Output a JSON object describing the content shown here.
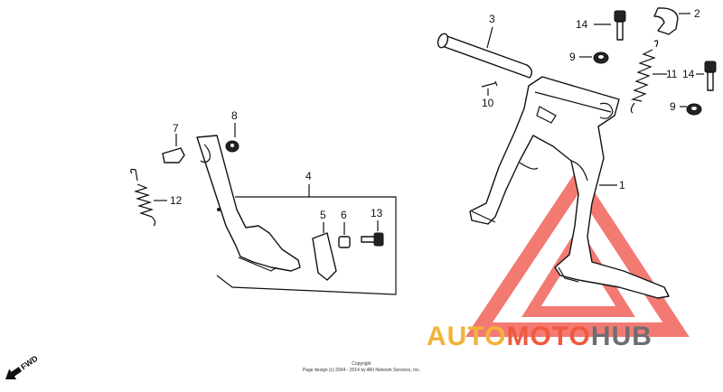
{
  "callouts": [
    {
      "id": "1",
      "text": "1"
    },
    {
      "id": "2",
      "text": "2"
    },
    {
      "id": "3",
      "text": "3"
    },
    {
      "id": "4",
      "text": "4"
    },
    {
      "id": "5",
      "text": "5"
    },
    {
      "id": "6",
      "text": "6"
    },
    {
      "id": "7",
      "text": "7"
    },
    {
      "id": "8",
      "text": "8"
    },
    {
      "id": "9a",
      "text": "9"
    },
    {
      "id": "9b",
      "text": "9"
    },
    {
      "id": "10",
      "text": "10"
    },
    {
      "id": "11",
      "text": "11"
    },
    {
      "id": "12",
      "text": "12"
    },
    {
      "id": "13",
      "text": "13"
    },
    {
      "id": "14a",
      "text": "14"
    },
    {
      "id": "14b",
      "text": "14"
    }
  ],
  "direction_marker": {
    "label": "FWD"
  },
  "copyright": {
    "line1": "Copyright",
    "line2": "Page design (c) 2004 - 2014 by ARI Network Services, Inc."
  },
  "watermark": {
    "part1": "AUTO",
    "part2": "MOTO",
    "part3": "HUB",
    "colors": {
      "auto": "#f2b23a",
      "moto": "#ef5a3c",
      "hub": "#6d6e71",
      "triangle": "#ef4e45"
    }
  }
}
